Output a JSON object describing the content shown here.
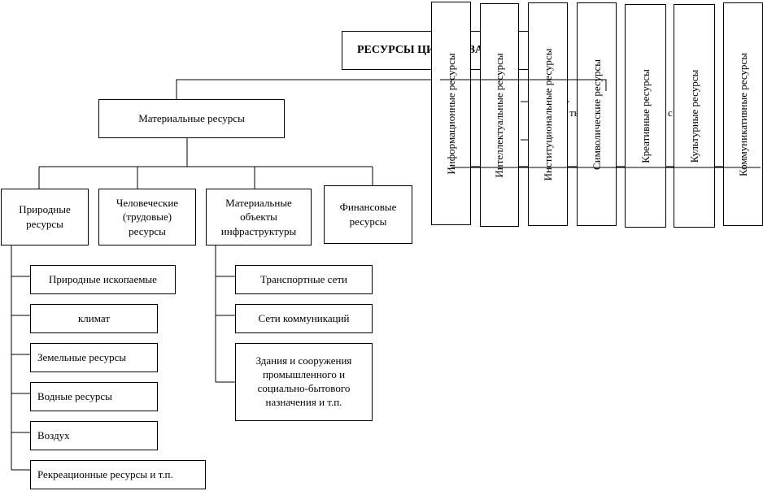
{
  "title": "РЕСУРСЫ ЦИВИЛИЗАЦИИ",
  "material": "Материальные ресурсы",
  "nonmaterial_fragment": "ты",
  "nonmaterial_fragment2": "с",
  "categories": {
    "natural": "Природные ресурсы",
    "human": "Человеческие (трудовые) ресурсы",
    "infra": "Материальные объекты инфраструктуры",
    "finance": "Финансовые ресурсы"
  },
  "natural_items": [
    "Природные ископаемые",
    "климат",
    "Земельные ресурсы",
    "Водные ресурсы",
    "Воздух",
    "Рекреационные ресурсы и т.п."
  ],
  "infra_items": [
    "Транспортные сети",
    "Сети коммуникаций",
    "Здания и сооружения промышленного и социально-бытового назначения и т.п."
  ],
  "vertical_items": [
    "Информационные ресурсы",
    "Интеллектуальные ресурсы",
    "Институциональные ресурсы",
    "Символические ресурсы",
    "Креативные ресурсы",
    "Культурные ресурсы",
    "Коммуникативные ресурсы"
  ]
}
